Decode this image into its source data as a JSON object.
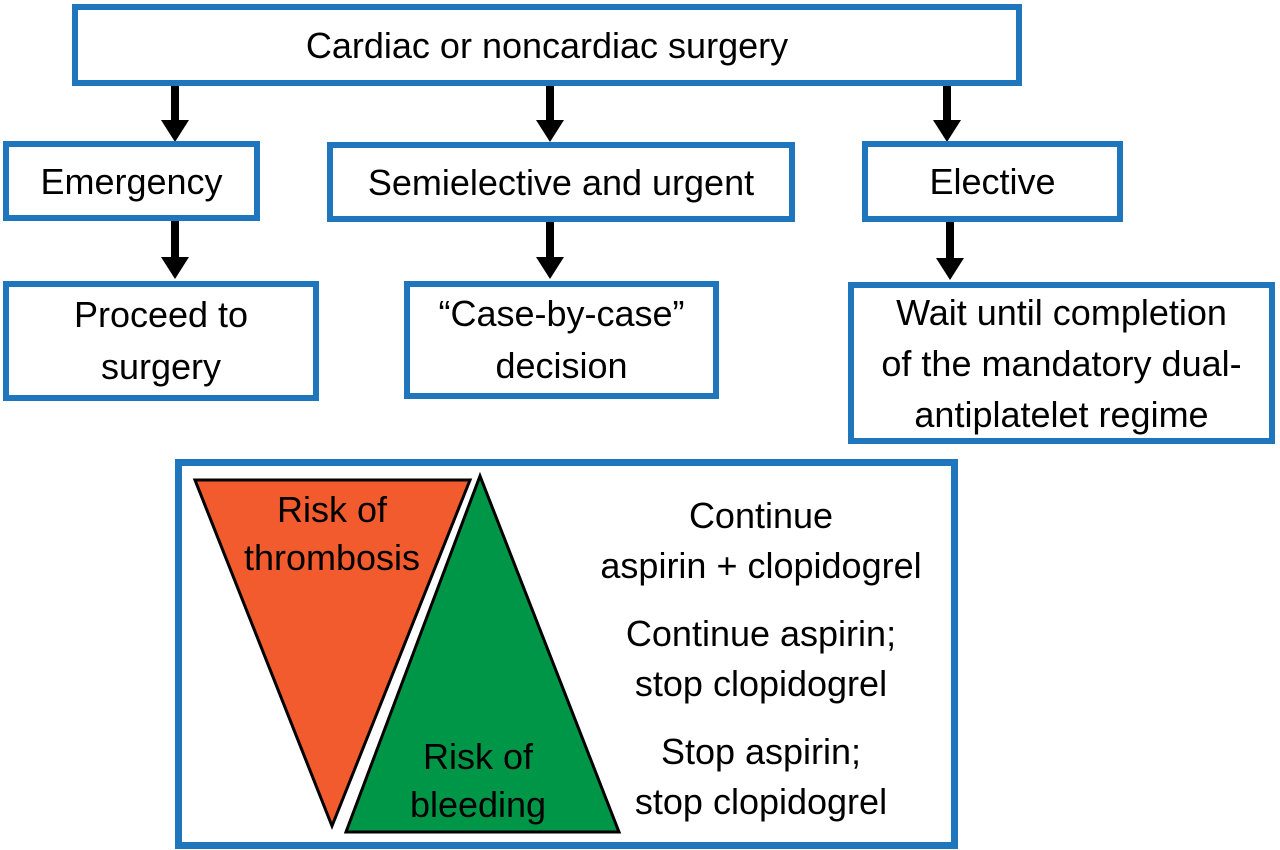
{
  "colors": {
    "box_border_blue": "#1f76bd",
    "thrombosis_fill_orange": "#f15b2d",
    "bleeding_fill_green": "#009647",
    "triangle_outline": "#000000",
    "arrow_black": "#000000",
    "text": "#000000",
    "background": "#ffffff"
  },
  "flowchart": {
    "root_label": "Cardiac or noncardiac surgery",
    "branches": [
      {
        "condition": "Emergency",
        "outcome_lines": [
          "Proceed to",
          "surgery"
        ]
      },
      {
        "condition": "Semielective and urgent",
        "outcome_lines": [
          "“Case-by-case”",
          "decision"
        ]
      },
      {
        "condition": "Elective",
        "outcome_lines": [
          "Wait until completion",
          "of the mandatory dual-",
          "antiplatelet regime"
        ]
      }
    ]
  },
  "risk_panel": {
    "thrombosis_label_lines": [
      "Risk of",
      "thrombosis"
    ],
    "bleeding_label_lines": [
      "Risk of",
      "bleeding"
    ],
    "recommendations": [
      {
        "lines": [
          "Continue",
          "aspirin + clopidogrel"
        ]
      },
      {
        "lines": [
          "Continue aspirin;",
          "stop clopidogrel"
        ]
      },
      {
        "lines": [
          "Stop aspirin;",
          "stop clopidogrel"
        ]
      }
    ]
  }
}
